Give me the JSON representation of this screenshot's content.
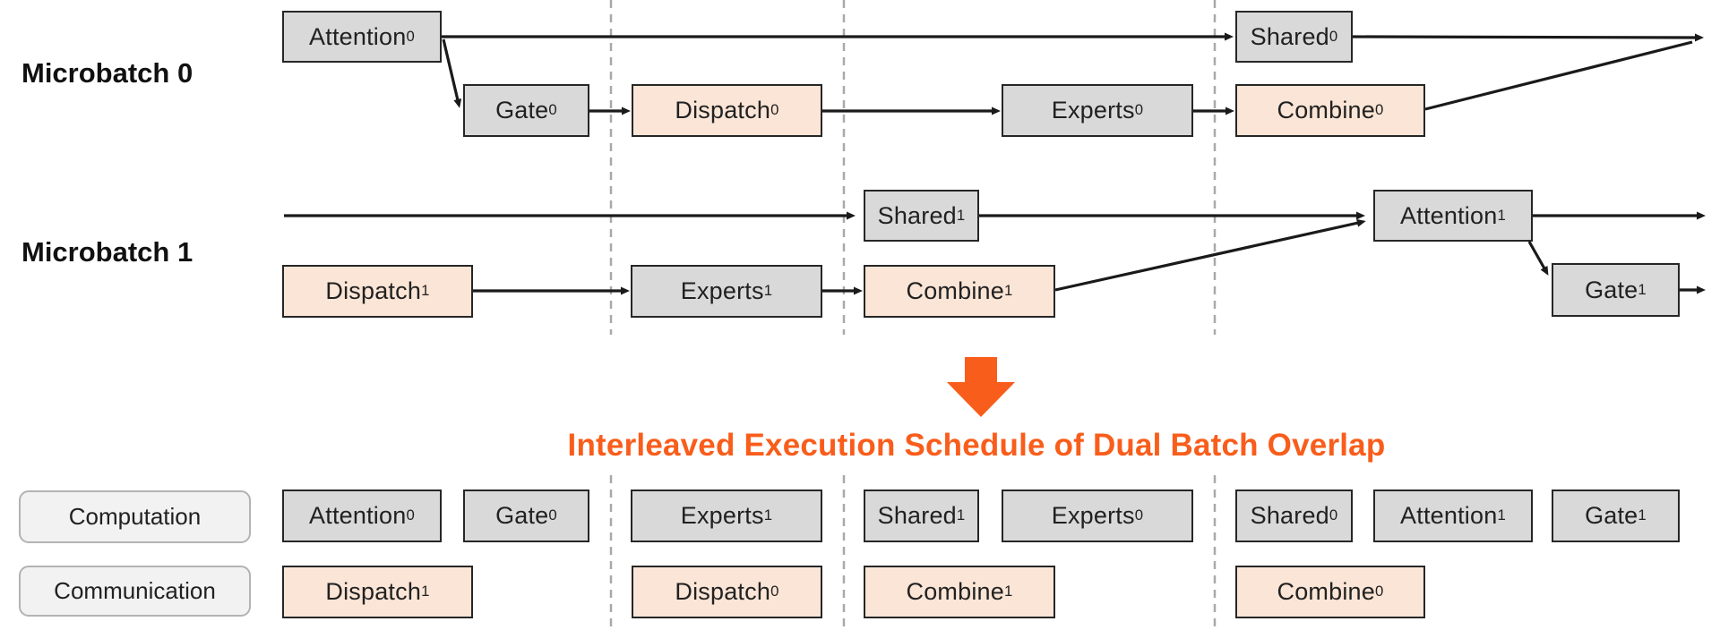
{
  "palette": {
    "computation_fill": "#d9d9d9",
    "communication_fill": "#fbe5d6",
    "box_border": "#262626",
    "pill_fill": "#f2f2f2",
    "pill_border": "#b3b3b3",
    "arrow": "#1a1a1a",
    "dashed_line": "#a9a9a9",
    "accent_orange": "#f95d1b",
    "text": "#212121"
  },
  "microbatch0": {
    "label": "Microbatch 0",
    "boxes": [
      {
        "label": "Attention",
        "sub": "0",
        "type": "computation"
      },
      {
        "label": "Gate",
        "sub": "0",
        "type": "computation"
      },
      {
        "label": "Dispatch",
        "sub": "0",
        "type": "communication"
      },
      {
        "label": "Experts",
        "sub": "0",
        "type": "computation"
      },
      {
        "label": "Combine",
        "sub": "0",
        "type": "communication"
      },
      {
        "label": "Shared",
        "sub": "0",
        "type": "computation"
      }
    ]
  },
  "microbatch1": {
    "label": "Microbatch 1",
    "boxes": [
      {
        "label": "Dispatch",
        "sub": "1",
        "type": "communication"
      },
      {
        "label": "Experts",
        "sub": "1",
        "type": "computation"
      },
      {
        "label": "Combine",
        "sub": "1",
        "type": "communication"
      },
      {
        "label": "Shared",
        "sub": "1",
        "type": "computation"
      },
      {
        "label": "Attention",
        "sub": "1",
        "type": "computation"
      },
      {
        "label": "Gate",
        "sub": "1",
        "type": "computation"
      }
    ]
  },
  "title": "Interleaved Execution Schedule of Dual Batch Overlap",
  "schedule": {
    "computation_label": "Computation",
    "communication_label": "Communication",
    "computation": [
      {
        "label": "Attention",
        "sub": "0"
      },
      {
        "label": "Gate",
        "sub": "0"
      },
      {
        "label": "Experts",
        "sub": "1"
      },
      {
        "label": "Shared",
        "sub": "1"
      },
      {
        "label": "Experts",
        "sub": "0"
      },
      {
        "label": "Shared",
        "sub": "0"
      },
      {
        "label": "Attention",
        "sub": "1"
      },
      {
        "label": "Gate",
        "sub": "1"
      }
    ],
    "communication": [
      {
        "label": "Dispatch",
        "sub": "1"
      },
      {
        "label": "Dispatch",
        "sub": "0"
      },
      {
        "label": "Combine",
        "sub": "1"
      },
      {
        "label": "Combine",
        "sub": "0"
      }
    ]
  }
}
